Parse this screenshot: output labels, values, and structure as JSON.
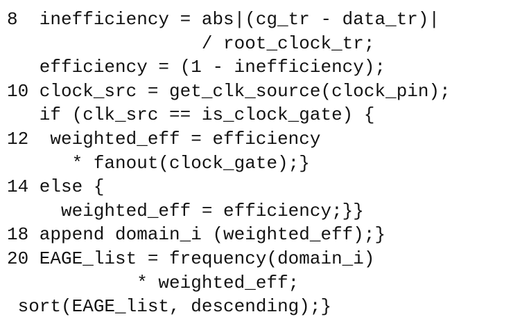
{
  "code_listing": {
    "kind": "pseudocode-figure",
    "text_color": "#131313",
    "background_color": "#ffffff",
    "line_numbers_visible": [
      "8",
      "10",
      "12",
      "14",
      "18",
      "20"
    ],
    "lines": [
      "8  inefficiency = abs|(cg_tr - data_tr)|",
      "                  / root_clock_tr;",
      "   efficiency = (1 - inefficiency);",
      "10 clock_src = get_clk_source(clock_pin);",
      "   if (clk_src == is_clock_gate) {",
      "12  weighted_eff = efficiency",
      "      * fanout(clock_gate);}",
      "14 else {",
      "     weighted_eff = efficiency;}}",
      "18 append domain_i (weighted_eff);}",
      "20 EAGE_list = frequency(domain_i)",
      "            * weighted_eff;",
      " sort(EAGE_list, descending);}"
    ]
  }
}
